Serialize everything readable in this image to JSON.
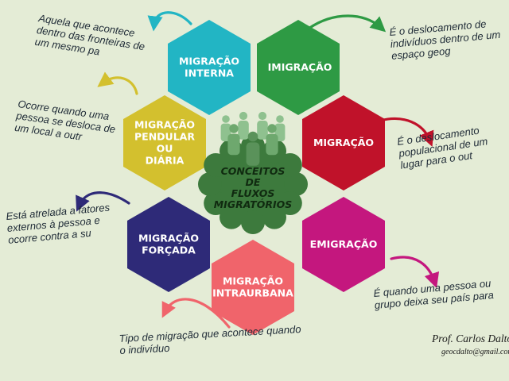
{
  "center": {
    "lines": [
      "CONCEITOS",
      "DE",
      "FLUXOS",
      "MIGRATÓRIOS"
    ],
    "icon": "people-group-icon",
    "color": "#3d7a3d"
  },
  "nodes": [
    {
      "id": "interna",
      "lines": [
        "MIGRAÇÃO",
        "INTERNA"
      ],
      "color": "#22b5c4",
      "description": [
        "Aquela que acontece",
        "dentro das fronteiras de",
        "um mesmo pa"
      ],
      "arrow_color": "#22b5c4"
    },
    {
      "id": "imigracao",
      "lines": [
        "IMIGRAÇÃO"
      ],
      "color": "#2e9a44",
      "description": [
        "É o deslocamento de",
        "indivíduos dentro de um",
        "espaço geog"
      ],
      "arrow_color": "#2e9a44"
    },
    {
      "id": "migracao",
      "lines": [
        "MIGRAÇÃO"
      ],
      "color": "#c0122a",
      "description": [
        "É o deslocamento",
        "populacional de um",
        "lugar para o out"
      ],
      "arrow_color": "#c0122a"
    },
    {
      "id": "emigracao",
      "lines": [
        "EMIGRAÇÃO"
      ],
      "color": "#c4177e",
      "description": [
        "É quando uma pessoa ou",
        "grupo deixa seu país para"
      ],
      "arrow_color": "#c4177e"
    },
    {
      "id": "intraurbana",
      "lines": [
        "MIGRAÇÃO",
        "INTRAURBANA"
      ],
      "color": "#f0646b",
      "description": [
        "Tipo de migração que acontece quando",
        "o indivíduo"
      ],
      "arrow_color": "#f0646b"
    },
    {
      "id": "forcada",
      "lines": [
        "MIGRAÇÃO",
        "FORÇADA"
      ],
      "color": "#2e2a78",
      "description": [
        "Está atrelada a fatores",
        "externos à pessoa e",
        "ocorre contra a su"
      ],
      "arrow_color": "#2e2a78"
    },
    {
      "id": "pendular",
      "lines": [
        "MIGRAÇÃO",
        "PENDULAR",
        "OU",
        "DIÁRIA"
      ],
      "color": "#d3c02e",
      "description": [
        "Ocorre quando uma",
        "pessoa se desloca de",
        "um local a outr"
      ],
      "arrow_color": "#d3c02e"
    }
  ],
  "signature": {
    "name": "Prof. Carlos Dalto",
    "email": "geocdalto@gmail.com"
  }
}
